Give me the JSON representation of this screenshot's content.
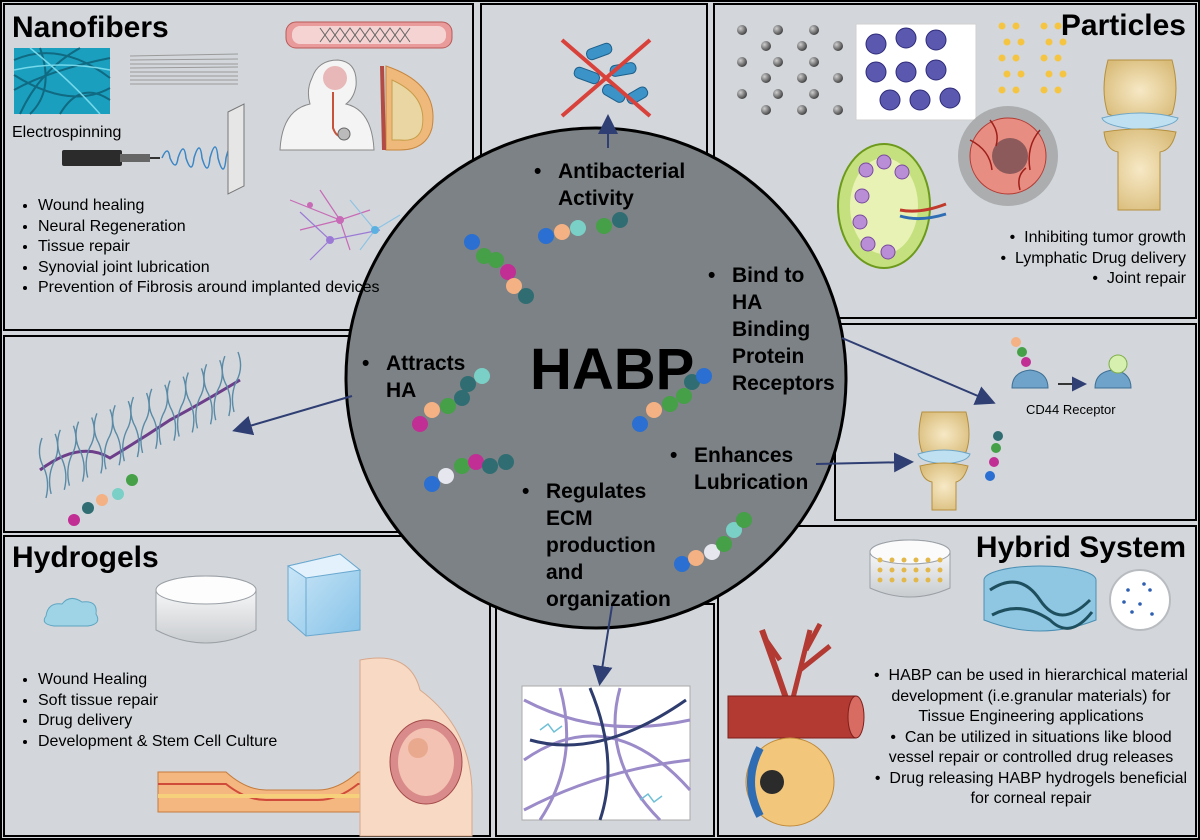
{
  "center": {
    "title": "HABP",
    "functions": {
      "antibacterial": [
        "Antibacterial",
        "Activity"
      ],
      "bind": [
        "Bind to",
        "HA",
        "Binding",
        "Protein",
        "Receptors"
      ],
      "attracts": [
        "Attracts",
        "HA"
      ],
      "lubrication": [
        "Enhances",
        "Lubrication"
      ],
      "ecm": [
        "Regulates",
        "ECM",
        "production",
        "and",
        "organization"
      ]
    }
  },
  "panels": {
    "nanofibers": {
      "title": "Nanofibers",
      "method": "Electrospinning",
      "items": [
        "Wound healing",
        "Neural Regeneration",
        "Tissue repair",
        "Synovial joint lubrication",
        "Prevention of Fibrosis around implanted devices"
      ]
    },
    "particles": {
      "title": "Particles",
      "items": [
        "Inhibiting tumor growth",
        "Lymphatic Drug delivery",
        "Joint repair"
      ]
    },
    "hydrogels": {
      "title": "Hydrogels",
      "items": [
        "Wound Healing",
        "Soft tissue repair",
        "Drug delivery",
        "Development & Stem Cell Culture"
      ]
    },
    "hybrid": {
      "title": "Hybrid System",
      "items": [
        "HABP can be used in hierarchical material development (i.e.granular materials) for Tissue Engineering applications",
        "Can be utilized in situations like blood vessel repair or controlled drug releases",
        "Drug releasing HABP hydrogels beneficial for corneal repair"
      ]
    },
    "receptor": {
      "label": "CD44 Receptor"
    }
  },
  "colors": {
    "panel_bg": "#d3d7db",
    "center_circle": "#7c8285",
    "arrow": "#2f3e73",
    "border": "#000000",
    "bead_palette": [
      "#2a6fd1",
      "#f4b183",
      "#45a047",
      "#2f6d73",
      "#c12f94",
      "#7ad0c6",
      "#e6e6ee"
    ]
  }
}
